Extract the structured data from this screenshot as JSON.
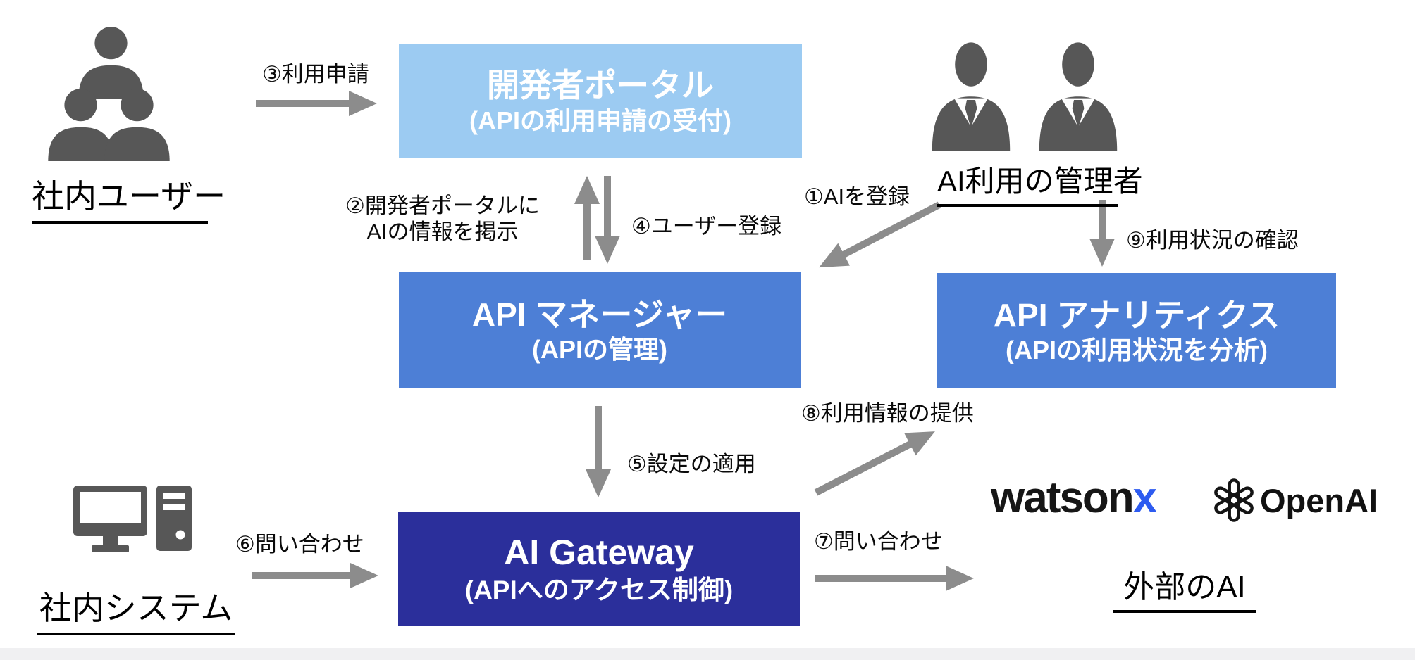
{
  "diagram": {
    "actors": {
      "internal_users": {
        "label": "社内ユーザー"
      },
      "ai_admins": {
        "label": "AI利用の管理者"
      },
      "internal_systems": {
        "label": "社内システム"
      },
      "external_ai": {
        "label": "外部のAI"
      }
    },
    "boxes": {
      "developer_portal": {
        "title": "開発者ポータル",
        "subtitle": "(APIの利用申請の受付)",
        "color": "#9CCBF2"
      },
      "api_manager": {
        "title": "API マネージャー",
        "subtitle": "(APIの管理)",
        "color": "#4D7FD6"
      },
      "api_analytics": {
        "title": "API アナリティクス",
        "subtitle": "(APIの利用状況を分析)",
        "color": "#4D7FD6"
      },
      "ai_gateway": {
        "title": "AI Gateway",
        "subtitle": "(APIへのアクセス制御)",
        "color": "#2B2F9B"
      }
    },
    "flows": {
      "f1": "①AIを登録",
      "f2_line1": "②開発者ポータルに",
      "f2_line2": "AIの情報を掲示",
      "f3": "③利用申請",
      "f4": "④ユーザー登録",
      "f5": "⑤設定の適用",
      "f6": "⑥問い合わせ",
      "f7": "⑦問い合わせ",
      "f8": "⑧利用情報の提供",
      "f9": "⑨利用状況の確認"
    },
    "logos": {
      "watsonx_prefix": "watson",
      "watsonx_suffix": "x",
      "openai": "OpenAI"
    },
    "colors": {
      "portal_blue": "#9CCBF2",
      "mid_blue": "#4D7FD6",
      "gateway_navy": "#2B2F9B",
      "arrow_gray": "#8C8C8C",
      "icon_gray": "#575757",
      "watsonx_x_blue": "#2D5BF0"
    }
  }
}
